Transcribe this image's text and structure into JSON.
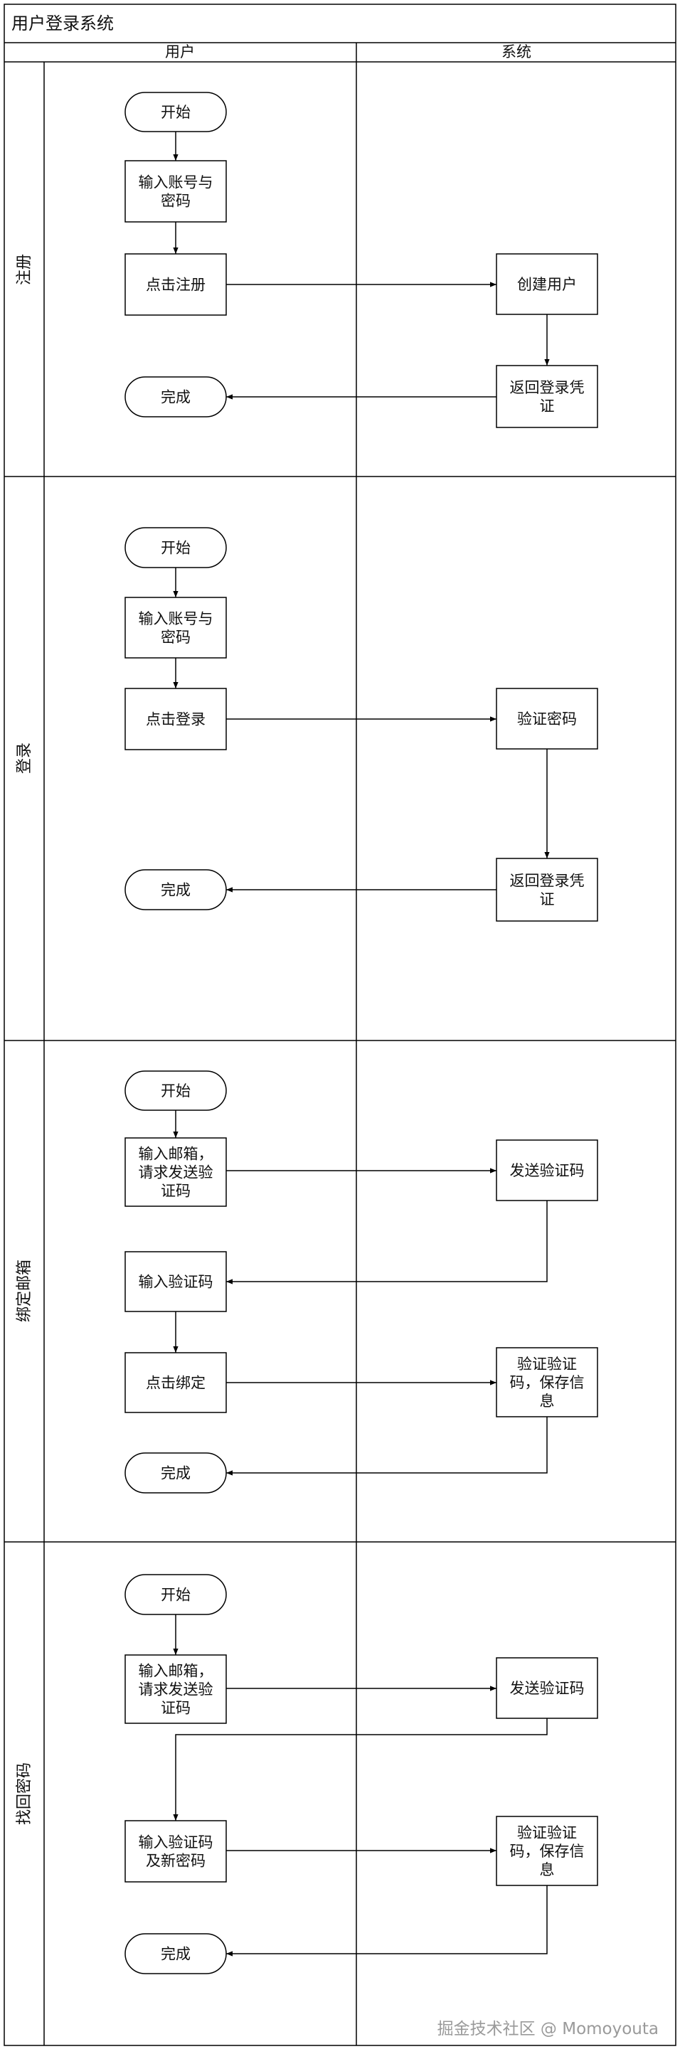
{
  "title": "用户登录系统",
  "lanes": {
    "user": "用户",
    "system": "系统"
  },
  "phases": [
    {
      "label": "注册",
      "nodes": {
        "start": [
          "开始"
        ],
        "input": [
          "输入账号与",
          "密码"
        ],
        "action": [
          "点击注册"
        ],
        "sys1": [
          "创建用户"
        ],
        "sys2": [
          "返回登录凭",
          "证"
        ],
        "end": [
          "完成"
        ]
      }
    },
    {
      "label": "登录",
      "nodes": {
        "start": [
          "开始"
        ],
        "input": [
          "输入账号与",
          "密码"
        ],
        "action": [
          "点击登录"
        ],
        "sys1": [
          "验证密码"
        ],
        "sys2": [
          "返回登录凭",
          "证"
        ],
        "end": [
          "完成"
        ]
      }
    },
    {
      "label": "绑定邮箱",
      "nodes": {
        "start": [
          "开始"
        ],
        "input": [
          "输入邮箱，",
          "请求发送验",
          "证码"
        ],
        "sys1": [
          "发送验证码"
        ],
        "code": [
          "输入验证码"
        ],
        "action": [
          "点击绑定"
        ],
        "sys2": [
          "验证验证",
          "码，保存信",
          "息"
        ],
        "end": [
          "完成"
        ]
      }
    },
    {
      "label": "找回密码",
      "nodes": {
        "start": [
          "开始"
        ],
        "input": [
          "输入邮箱，",
          "请求发送验",
          "证码"
        ],
        "sys1": [
          "发送验证码"
        ],
        "code": [
          "输入验证码",
          "及新密码"
        ],
        "sys2": [
          "验证验证",
          "码，保存信",
          "息"
        ],
        "end": [
          "完成"
        ]
      }
    }
  ],
  "watermark": "掘金技术社区 @ Momoyouta",
  "colors": {
    "line": "#000000",
    "text": "#111111",
    "watermark": "#9a9a9a"
  }
}
